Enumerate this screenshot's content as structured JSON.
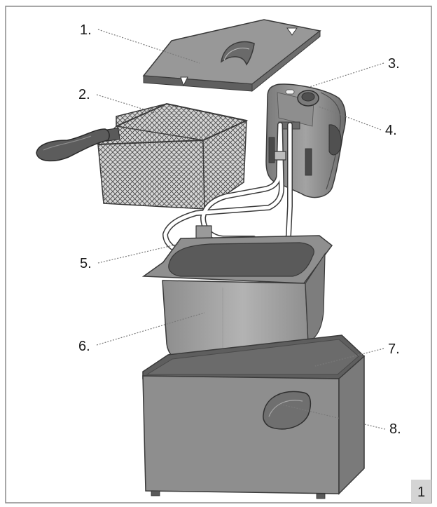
{
  "figure": {
    "number": "1",
    "colors": {
      "frame": "#8a8a8a",
      "part_fill": "#9c9c9c",
      "part_dark": "#6f6f6f",
      "part_light": "#bdbdbd",
      "outline": "#3a3a3a",
      "badge": "#d4d4d4"
    }
  },
  "callouts": [
    {
      "label": "1."
    },
    {
      "label": "2."
    },
    {
      "label": "3."
    },
    {
      "label": "4."
    },
    {
      "label": "5."
    },
    {
      "label": "6."
    },
    {
      "label": "7."
    },
    {
      "label": "8."
    }
  ],
  "parts": [
    {
      "icon": "lid"
    },
    {
      "icon": "frying-basket"
    },
    {
      "icon": "control-unit"
    },
    {
      "icon": "heating-element"
    },
    {
      "icon": "oil-container"
    },
    {
      "icon": "housing"
    }
  ]
}
